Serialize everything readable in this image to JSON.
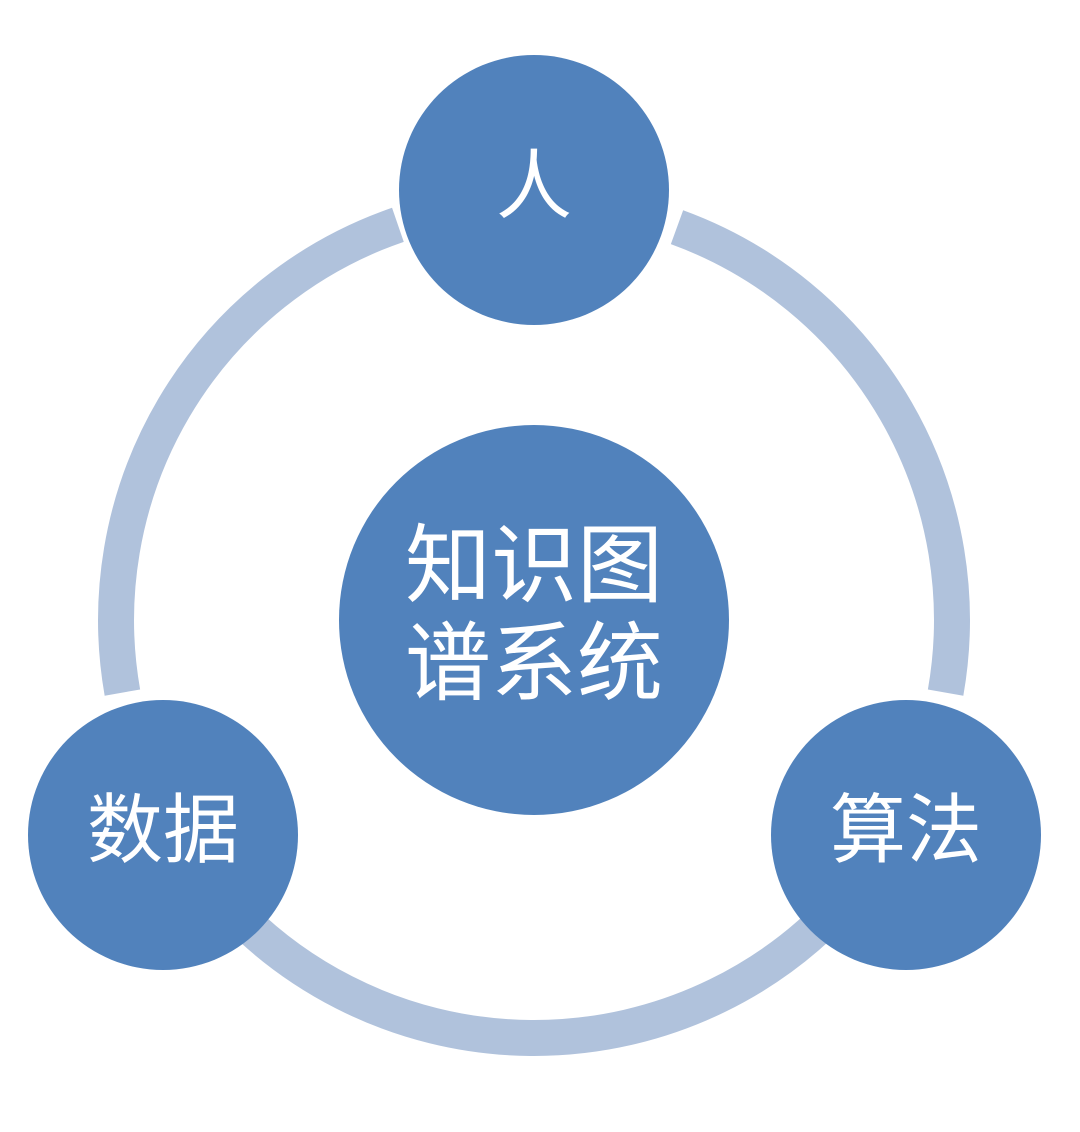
{
  "colors": {
    "node_fill": "#5182bc",
    "ring": "#b0c2dc",
    "label": "#ffffff",
    "background": "#ffffff"
  },
  "center": {
    "line1": "知识图",
    "line2": "谱系统"
  },
  "nodes": {
    "top": {
      "label": "人"
    },
    "left": {
      "label": "数据"
    },
    "right": {
      "label": "算法"
    }
  }
}
